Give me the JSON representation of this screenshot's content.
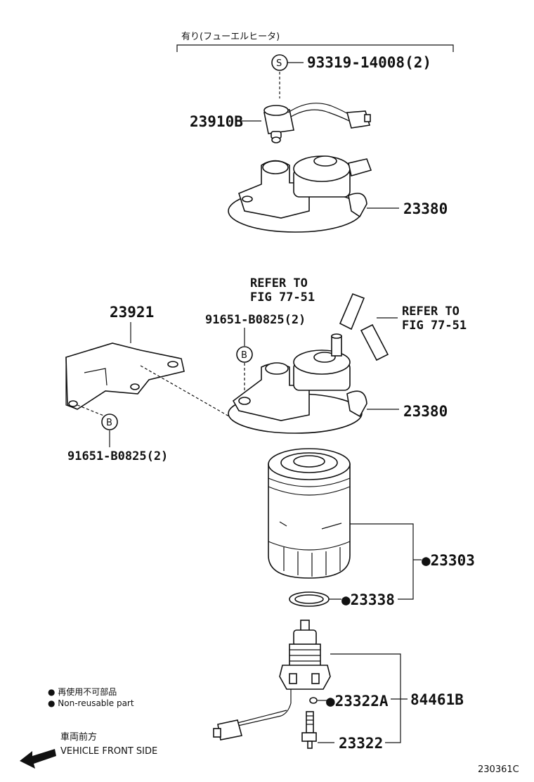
{
  "variant_note": "有り(フューエルヒータ)",
  "labels": {
    "bolt_s": "93319-14008(2)",
    "heater": "23910B",
    "housing_upper": "23380",
    "housing_lower": "23380",
    "refer_1_line1": "REFER TO",
    "refer_1_line2": "FIG 77-51",
    "refer_2_line1": "REFER TO",
    "refer_2_line2": "FIG 77-51",
    "bracket": "23921",
    "bolt_b_top": "91651-B0825(2)",
    "bolt_b_bottom": "91651-B0825(2)",
    "filter": "●23303",
    "gasket": "●23338",
    "switch_oring": "●23322A",
    "switch_assy": "84461B",
    "switch": "23322"
  },
  "callouts": {
    "s": "S",
    "b1": "B",
    "b2": "B"
  },
  "legend": {
    "line1": "● 再使用不可部品",
    "line2": "● Non-reusable part",
    "front_jp": "車両前方",
    "front_en": "VEHICLE FRONT SIDE"
  },
  "diagram_id": "230361C"
}
